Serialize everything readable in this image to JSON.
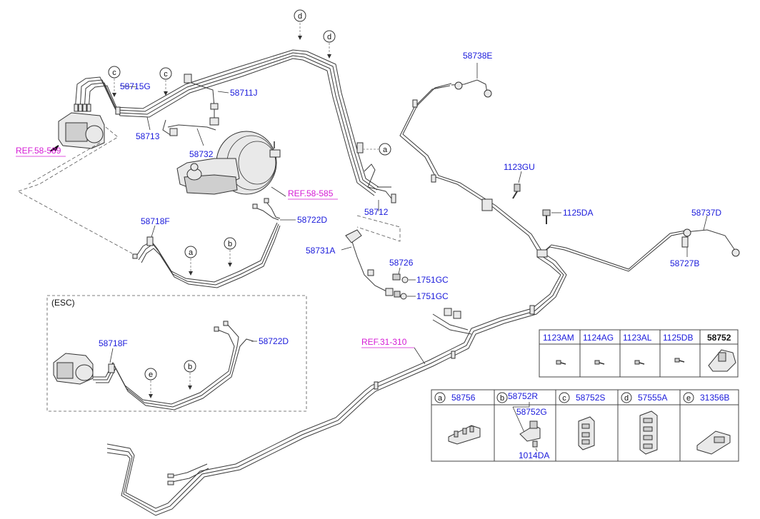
{
  "labels": {
    "p58738E": "58738E",
    "p58715G": "58715G",
    "p58711J": "58711J",
    "p58713": "58713",
    "p58732": "58732",
    "ref58589": "REF.58-589",
    "ref58585": "REF.58-585",
    "p58712": "58712",
    "p1123GU": "1123GU",
    "p1125DA": "1125DA",
    "p58737D": "58737D",
    "p58727B": "58727B",
    "p58718F_top": "58718F",
    "p58722D_top": "58722D",
    "p58731A": "58731A",
    "p58726": "58726",
    "p1751GC_a": "1751GC",
    "p1751GC_b": "1751GC",
    "esc": "(ESC)",
    "p58718F_esc": "58718F",
    "p58722D_esc": "58722D",
    "ref31310": "REF.31-310"
  },
  "callouts": {
    "d1": "d",
    "d2": "d",
    "c1": "c",
    "c2": "c",
    "a_right": "a",
    "a_top": "a",
    "b_top": "b",
    "e_esc": "e",
    "b_esc": "b"
  },
  "bolt_table": {
    "columns": [
      "1123AM",
      "1124AG",
      "1123AL",
      "1125DB",
      "58752"
    ]
  },
  "clip_table": {
    "cells": [
      {
        "letter": "a",
        "part": "58756"
      },
      {
        "letter": "b",
        "part": "58752R",
        "extra1": "58752G",
        "extra2": "1014DA"
      },
      {
        "letter": "c",
        "part": "58752S"
      },
      {
        "letter": "d",
        "part": "57555A"
      },
      {
        "letter": "e",
        "part": "31356B"
      }
    ]
  },
  "colors": {
    "part_label": "#1a1adb",
    "ref_label": "#d51bd5"
  }
}
